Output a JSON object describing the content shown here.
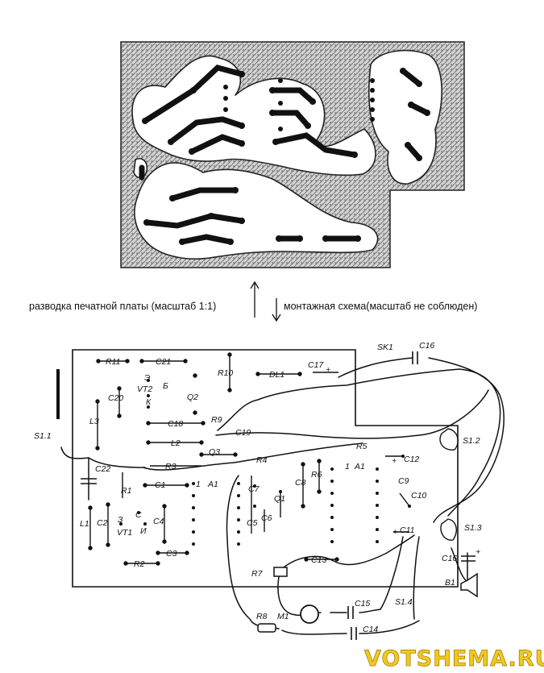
{
  "captions": {
    "pcb_layout": "разводка печатной платы (масштаб 1:1)",
    "assembly": "монтажная схема(масштаб не соблюден)"
  },
  "labels": {
    "R11": "R11",
    "C21": "C21",
    "R10": "R10",
    "DL1": "DL1",
    "C17": "C17",
    "SK1": "SK1",
    "C16": "C16",
    "E": "Э",
    "VT2": "VT2",
    "B": "Б",
    "K": "К",
    "Q2": "Q2",
    "C20": "C20",
    "L3": "L3",
    "C18": "C18",
    "R9": "R9",
    "C19": "C19",
    "L2": "L2",
    "Q3": "Q3",
    "R3": "R3",
    "R4": "R4",
    "R5": "R5",
    "S1_1": "S1.1",
    "S1_2": "S1.2",
    "S1_3": "S1.3",
    "S1_4": "S1.4",
    "C22": "C22",
    "C12": "C12",
    "C9": "C9",
    "C10": "C10",
    "C1": "C1",
    "R1": "R1",
    "A1_left": "A1",
    "A1_right": "A1",
    "C7": "C7",
    "R6": "R6",
    "C8": "C8",
    "Q1": "Q1",
    "C5": "C5",
    "C6": "C6",
    "C11": "C11",
    "L1": "L1",
    "C2": "C2",
    "VT1": "VT1",
    "C_mark": "С",
    "I_mark": "И",
    "Z_mark": "З",
    "C4": "C4",
    "C3": "C3",
    "R2": "R2",
    "C13": "C13",
    "R7": "R7",
    "B1": "B1",
    "C15": "C15",
    "R8": "R8",
    "M1": "M1",
    "C14": "C14",
    "pin1_left": "1",
    "pin1_mid": "1",
    "pin1_right": "1",
    "plus1": "+",
    "plus2": "+",
    "plus3": "+",
    "plus4": "+"
  },
  "watermark": "VOTSHEMA.RU"
}
